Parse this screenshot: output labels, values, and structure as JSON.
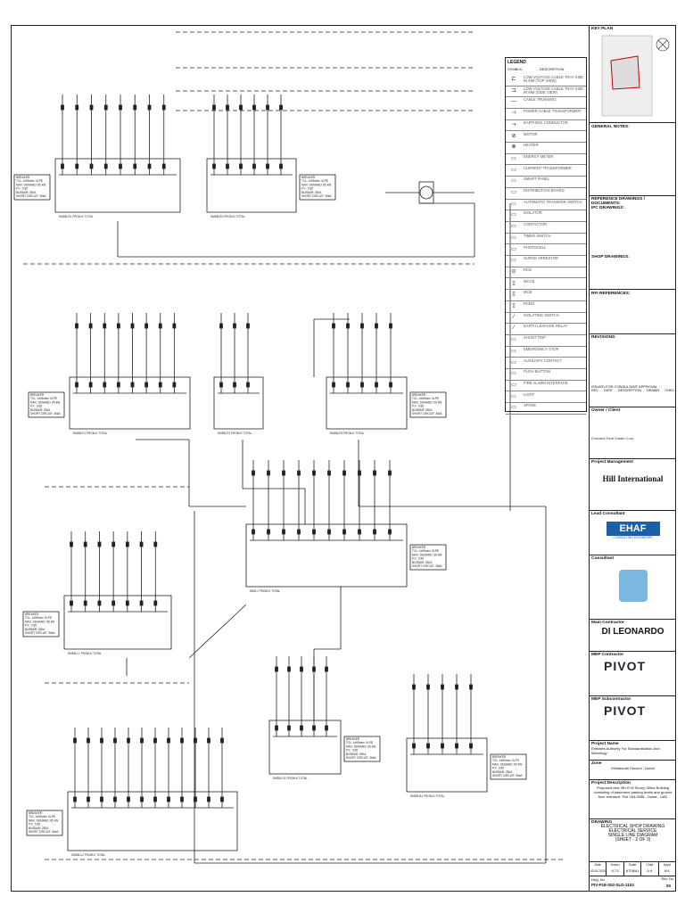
{
  "title_block": {
    "key_plan_label": "KEY PLAN",
    "general_notes_label": "GENERAL NOTES:",
    "reference_label": "REFERENCE DRAWINGS / DOCUMENTS:",
    "ifc_label": "IFC DRAWINGS:",
    "shop_label": "SHOP DRAWINGS:",
    "rfi_label": "RFI REFERENCES:",
    "revisions_label": "REVISIONS:",
    "rev_cols": [
      "REV",
      "DATE",
      "DESCRIPTION",
      "DRAWN",
      "CHKD"
    ],
    "rev_entry": "ISSUED FOR CONSULTANT APPROVAL",
    "client_label": "Owner / Client",
    "client_name": "Emirates Real Estate Corp.",
    "pm_label": "Project Management",
    "pm_name": "Hill International",
    "lead_consultant_label": "Lead Consultant",
    "lead_consultant_name": "EHAF",
    "lead_consultant_sub": "CONSULTING ENGINEERS",
    "consultant_label": "Consultant",
    "main_contractor_label": "Main Contractor",
    "main_contractor_name": "DI LEONARDO",
    "subcontractor_label": "MEP Contractor",
    "subcontractor_name": "PIVOT",
    "sub2_label": "MEP Subcontractor",
    "sub2_name": "PIVOT",
    "project_name_label": "Project Name",
    "project_name": "Emirates Authority For Standardization And Metrology",
    "zone_label": "Zone",
    "zone": "Muhaisnah Second - Dubai",
    "project_desc_label": "Project Description",
    "project_desc": "Proposed new 2B+G+6 Storey Office Building consisting of basement parking levels and ground floor entrance. Plot 264-0058 - Dubai - UAE",
    "drawing_label": "DRAWING",
    "drawing_type": "ELECTRICAL SHOP DRAWING",
    "drawing_title_1": "ELECTRICAL SERVICE",
    "drawing_title_2": "SINGLE LINE DIAGRAM",
    "drawing_title_3": "(SHEET - 2 OF 3)",
    "meta_headers": [
      "Date",
      "Drawn",
      "Scale",
      "Chkd",
      "Appd"
    ],
    "meta_values": [
      "03.04.2020",
      "N.T.S",
      "NTS@A1",
      "A.H",
      "M.K"
    ],
    "dwg_no_label": "Dwg. No.",
    "dwg_no": "PIV-P18-S02-SLD-1103",
    "rev_label": "Rev. No.",
    "rev_no": "00"
  },
  "legend": {
    "title": "LEGEND",
    "header_symbol": "SYMBOL",
    "header_desc": "DESCRIPTION",
    "rows": [
      {
        "sym": "⊏",
        "desc": "LOW VOLTAGE CABLE TRAY SIZE IN MM (TOP VIEW)"
      },
      {
        "sym": "⊐",
        "desc": "LOW VOLTAGE CABLE TRAY SIZE IN MM (SIDE VIEW)"
      },
      {
        "sym": "—",
        "desc": "CABLE TRUNKING"
      },
      {
        "sym": "⊣",
        "desc": "POWER CABLE TRANSFORMER"
      },
      {
        "sym": "⇢",
        "desc": "EARTHING CONDUCTOR"
      },
      {
        "sym": "⊘",
        "desc": "MOTOR"
      },
      {
        "sym": "⊗",
        "desc": "HEATER"
      },
      {
        "sym": "▭",
        "desc": "ENERGY METER"
      },
      {
        "sym": "▭",
        "desc": "CURRENT TRANSFORMER"
      },
      {
        "sym": "▭",
        "desc": "SMART PANEL"
      },
      {
        "sym": "▭",
        "desc": "DISTRIBUTION BOARD"
      },
      {
        "sym": "▭",
        "desc": "AUTOMATIC TRANSFER SWITCH"
      },
      {
        "sym": "▭",
        "desc": "ISOLATOR"
      },
      {
        "sym": "▭",
        "desc": "CONTACTOR"
      },
      {
        "sym": "▭",
        "desc": "TIMER SWITCH"
      },
      {
        "sym": "▭",
        "desc": "PHOTOCELL"
      },
      {
        "sym": "▭",
        "desc": "SURGE ARRESTOR"
      },
      {
        "sym": "⊙",
        "desc": "RCD"
      },
      {
        "sym": "▯",
        "desc": "MCCB"
      },
      {
        "sym": "▯",
        "desc": "MCB"
      },
      {
        "sym": "▯",
        "desc": "RCBO"
      },
      {
        "sym": "⁄",
        "desc": "ISOLATING SWITCH"
      },
      {
        "sym": "⁄",
        "desc": "EARTH LEAKAGE RELAY"
      },
      {
        "sym": "▭",
        "desc": "SHUNT TRIP"
      },
      {
        "sym": "▭",
        "desc": "EMERGENCY STOP"
      },
      {
        "sym": "▭",
        "desc": "AUXILIARY CONTACT"
      },
      {
        "sym": "▭",
        "desc": "PUSH BUTTON"
      },
      {
        "sym": "▭",
        "desc": "FIRE ALARM INTERFACE"
      },
      {
        "sym": "▭",
        "desc": "LIGHT"
      },
      {
        "sym": "▭",
        "desc": "SPARE"
      }
    ]
  },
  "boards": [
    {
      "id": "SMDB-1",
      "label": "SMDB-R1 FROM-K TOTAL"
    },
    {
      "id": "SMDB-2",
      "label": "SMDB-R2 FROM-K TOTAL"
    },
    {
      "id": "SMDB-3",
      "label": "SMDB-P1 FROM-K TOTAL"
    },
    {
      "id": "SMDB-4",
      "label": "SMDB-P2 FROM-K TOTAL"
    },
    {
      "id": "SMDB-5",
      "label": "SMDB-P3 FROM-K TOTAL"
    },
    {
      "id": "MDB",
      "label": "MDB-1 FROM-K TOTAL"
    },
    {
      "id": "SMDB-6",
      "label": "SMDB-L1 FROM-K TOTAL"
    },
    {
      "id": "SMDB-7",
      "label": "SMDB-L2 FROM-K TOTAL"
    },
    {
      "id": "SMDB-8",
      "label": "SMDB-G1 FROM-K TOTAL"
    },
    {
      "id": "SMDB-9",
      "label": "SMDB-B1 FROM-K TOTAL"
    }
  ],
  "board_notes": {
    "line1": "BREAKER",
    "line2": "TCL: 4x95mm² XLPE",
    "line3": "MAX. DEMAND: 65 kW",
    "line4": "P.F.: 0.85",
    "line5": "BUSBAR: 250A",
    "line6": "SHORT CIRCUIT: 36kA"
  }
}
